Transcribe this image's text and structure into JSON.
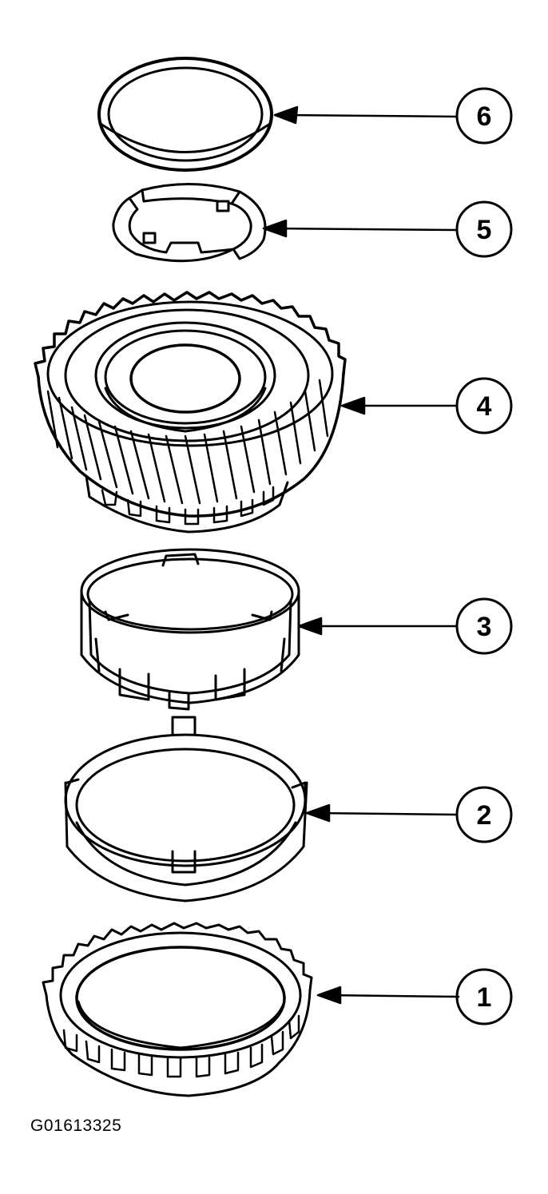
{
  "callouts": [
    {
      "id": "6",
      "label": "6"
    },
    {
      "id": "5",
      "label": "5"
    },
    {
      "id": "4",
      "label": "4"
    },
    {
      "id": "3",
      "label": "3"
    },
    {
      "id": "2",
      "label": "2"
    },
    {
      "id": "1",
      "label": "1"
    }
  ],
  "figure_id": "G01613325",
  "colors": {
    "ink": "#000000",
    "paper": "#ffffff"
  }
}
